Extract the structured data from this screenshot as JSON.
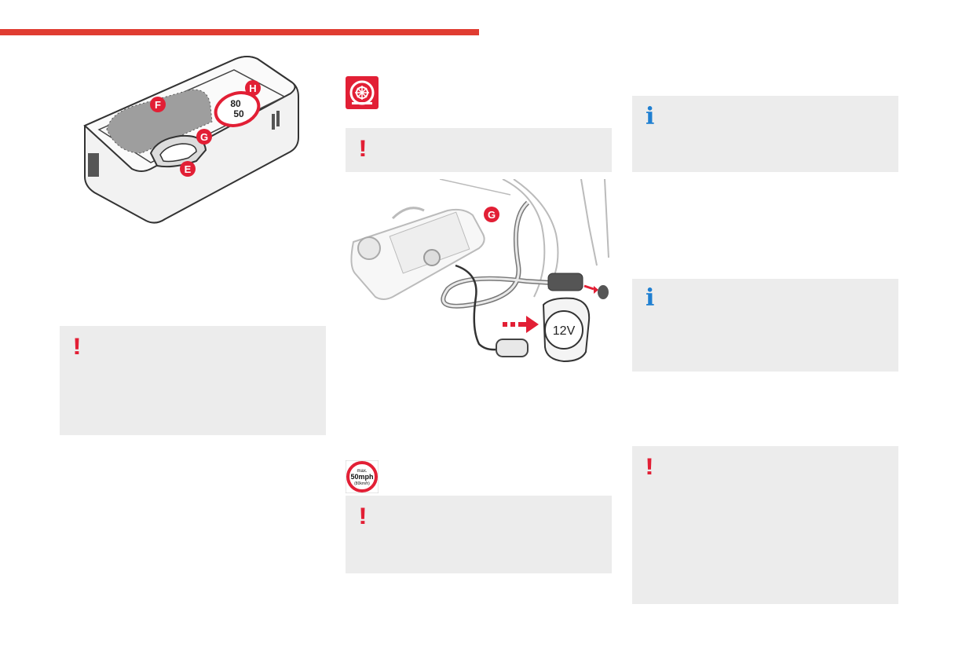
{
  "colors": {
    "accent_red": "#e03c31",
    "warning_red": "#e21f35",
    "info_blue": "#1f7fd1",
    "box_gray": "#ececec"
  },
  "compressor_figure": {
    "callouts": [
      {
        "letter": "F"
      },
      {
        "letter": "H"
      },
      {
        "letter": "G"
      },
      {
        "letter": "E"
      }
    ],
    "speed_label_top": "80",
    "speed_label_bottom": "50"
  },
  "connection_figure": {
    "callout": "G",
    "socket_label": "12V"
  },
  "speed_limit_sign": {
    "line1": "max.",
    "line2": "50mph",
    "line3": "(80km/h)"
  },
  "icons": {
    "warning": "!",
    "info": "i"
  }
}
